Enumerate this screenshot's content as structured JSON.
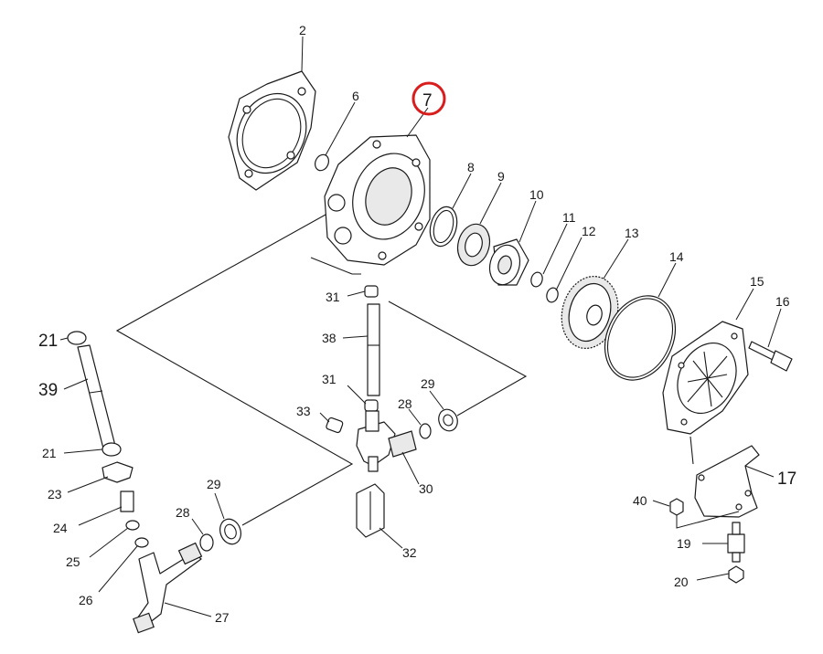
{
  "callouts": {
    "c2": "2",
    "c6": "6",
    "c7": "7",
    "c8": "8",
    "c9": "9",
    "c10": "10",
    "c11": "11",
    "c12": "12",
    "c13": "13",
    "c14": "14",
    "c15": "15",
    "c16": "16",
    "c17": "17",
    "c19": "19",
    "c20": "20",
    "c21a": "21",
    "c21b": "21",
    "c23": "23",
    "c24": "24",
    "c25": "25",
    "c26": "26",
    "c27": "27",
    "c28a": "28",
    "c28b": "28",
    "c29a": "29",
    "c29b": "29",
    "c30": "30",
    "c31a": "31",
    "c31b": "31",
    "c32": "32",
    "c33": "33",
    "c38": "38",
    "c39": "39",
    "c40": "40"
  },
  "highlight": {
    "part": "7",
    "color": "#d91c1c"
  }
}
